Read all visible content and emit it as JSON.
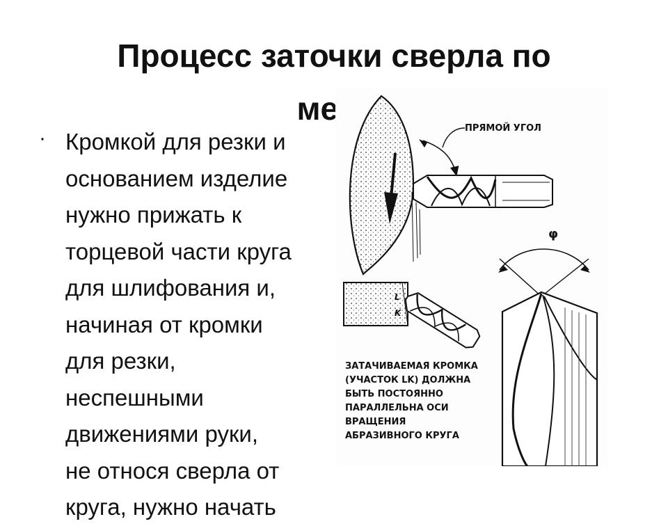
{
  "slide": {
    "title_line1": "Процесс заточки сверла по",
    "title_line2": "мета",
    "bullet_lines": [
      "Кромкой для резки и",
      "основанием изделие",
      "нужно прижать к",
      "торцевой части круга",
      "для шлифования и,",
      "начиная от кромки",
      "для резки,",
      "неспешными",
      "движениями руки,",
      "не относя сверла от",
      "круга, нужно начать"
    ]
  },
  "figure": {
    "label_right_angle": "ПРЯМОЙ УГОЛ",
    "label_phi": "φ",
    "label_l": "L",
    "label_k": "K",
    "note_lines": [
      "ЗАТАЧИВАЕМАЯ КРОМКА",
      "(УЧАСТОК LK) ДОЛЖНА",
      "БЫТЬ ПОСТОЯННО",
      "ПАРАЛЛЕЛЬНА ОСИ",
      "ВРАЩЕНИЯ",
      "АБРАЗИВНОГО КРУГА"
    ]
  }
}
